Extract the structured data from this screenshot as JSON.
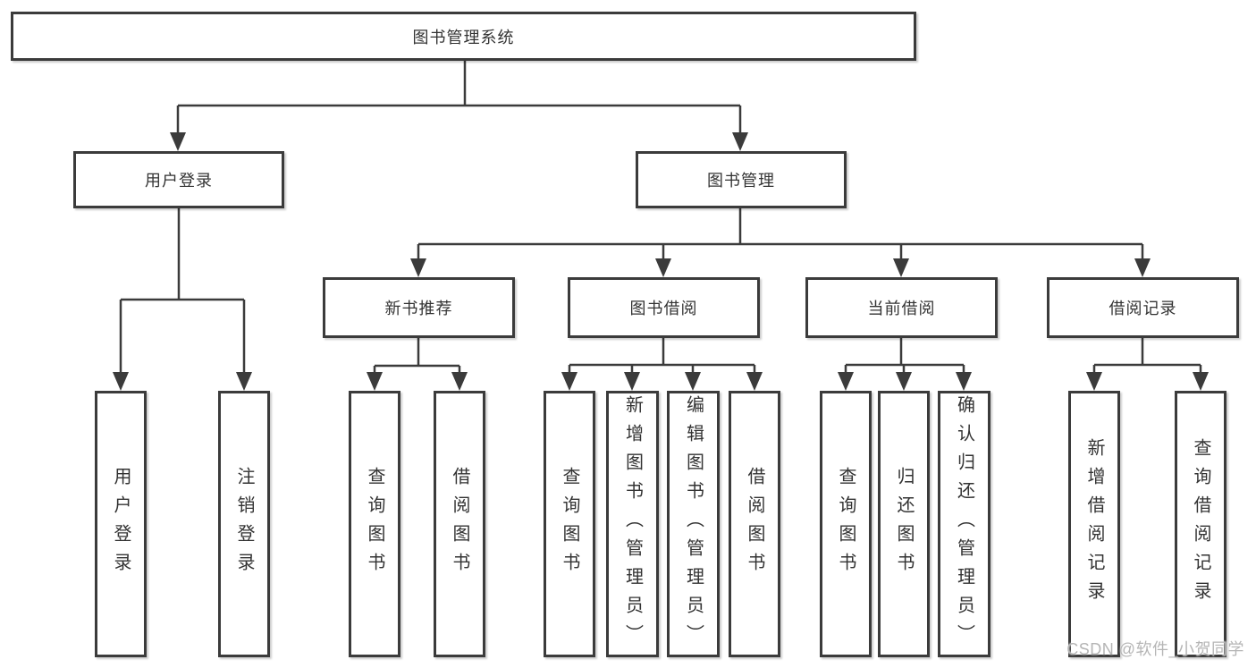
{
  "diagram": {
    "tree": {
      "label": "图书管理系统",
      "children": [
        {
          "label": "用户登录",
          "children": [
            {
              "label": "用户登录"
            },
            {
              "label": "注销登录"
            }
          ]
        },
        {
          "label": "图书管理",
          "children": [
            {
              "label": "新书推荐",
              "children": [
                {
                  "label": "查询图书"
                },
                {
                  "label": "借阅图书"
                }
              ]
            },
            {
              "label": "图书借阅",
              "children": [
                {
                  "label": "查询图书"
                },
                {
                  "label": "新增图书（管理员）"
                },
                {
                  "label": "编辑图书（管理员）"
                },
                {
                  "label": "借阅图书"
                }
              ]
            },
            {
              "label": "当前借阅",
              "children": [
                {
                  "label": "查询图书"
                },
                {
                  "label": "归还图书"
                },
                {
                  "label": "确认归还（管理员）"
                }
              ]
            },
            {
              "label": "借阅记录",
              "children": [
                {
                  "label": "新增借阅记录"
                },
                {
                  "label": "查询借阅记录"
                }
              ]
            }
          ]
        }
      ]
    }
  },
  "watermark": {
    "text": "CSDN @软件_小贺同学"
  },
  "colors": {
    "line": "#3b3b3b",
    "box_border": "#3b3b3b",
    "text": "#333333",
    "background": "#ffffff",
    "watermark": "#b5b5b5"
  }
}
